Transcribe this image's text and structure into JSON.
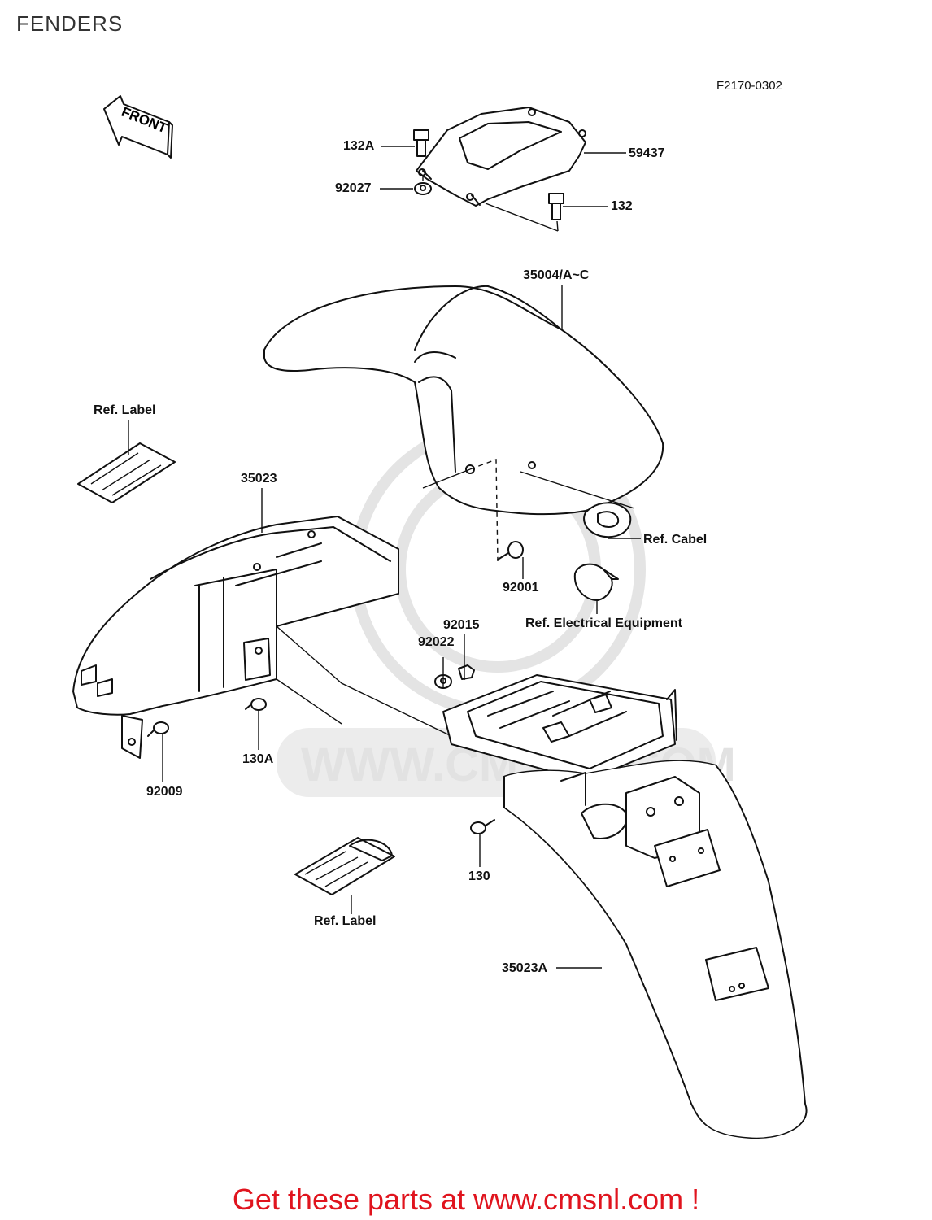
{
  "title": "FENDERS",
  "diagram_code": "F2170-0302",
  "front_arrow": "FRONT",
  "watermark": "WWW.CMSNL.COM",
  "parts": {
    "p132a": "132A",
    "p59437": "59437",
    "p92027": "92027",
    "p132": "132",
    "p35004": "35004/A~C",
    "ref_label_1": "Ref. Label",
    "p35023": "35023",
    "ref_cabel": "Ref. Cabel",
    "p92001": "92001",
    "ref_electrical": "Ref. Electrical Equipment",
    "p92015": "92015",
    "p92022": "92022",
    "p130a": "130A",
    "p92009": "92009",
    "p130": "130",
    "ref_label_2": "Ref. Label",
    "p35023a": "35023A"
  },
  "footer": "Get these parts at www.cmsnl.com !"
}
